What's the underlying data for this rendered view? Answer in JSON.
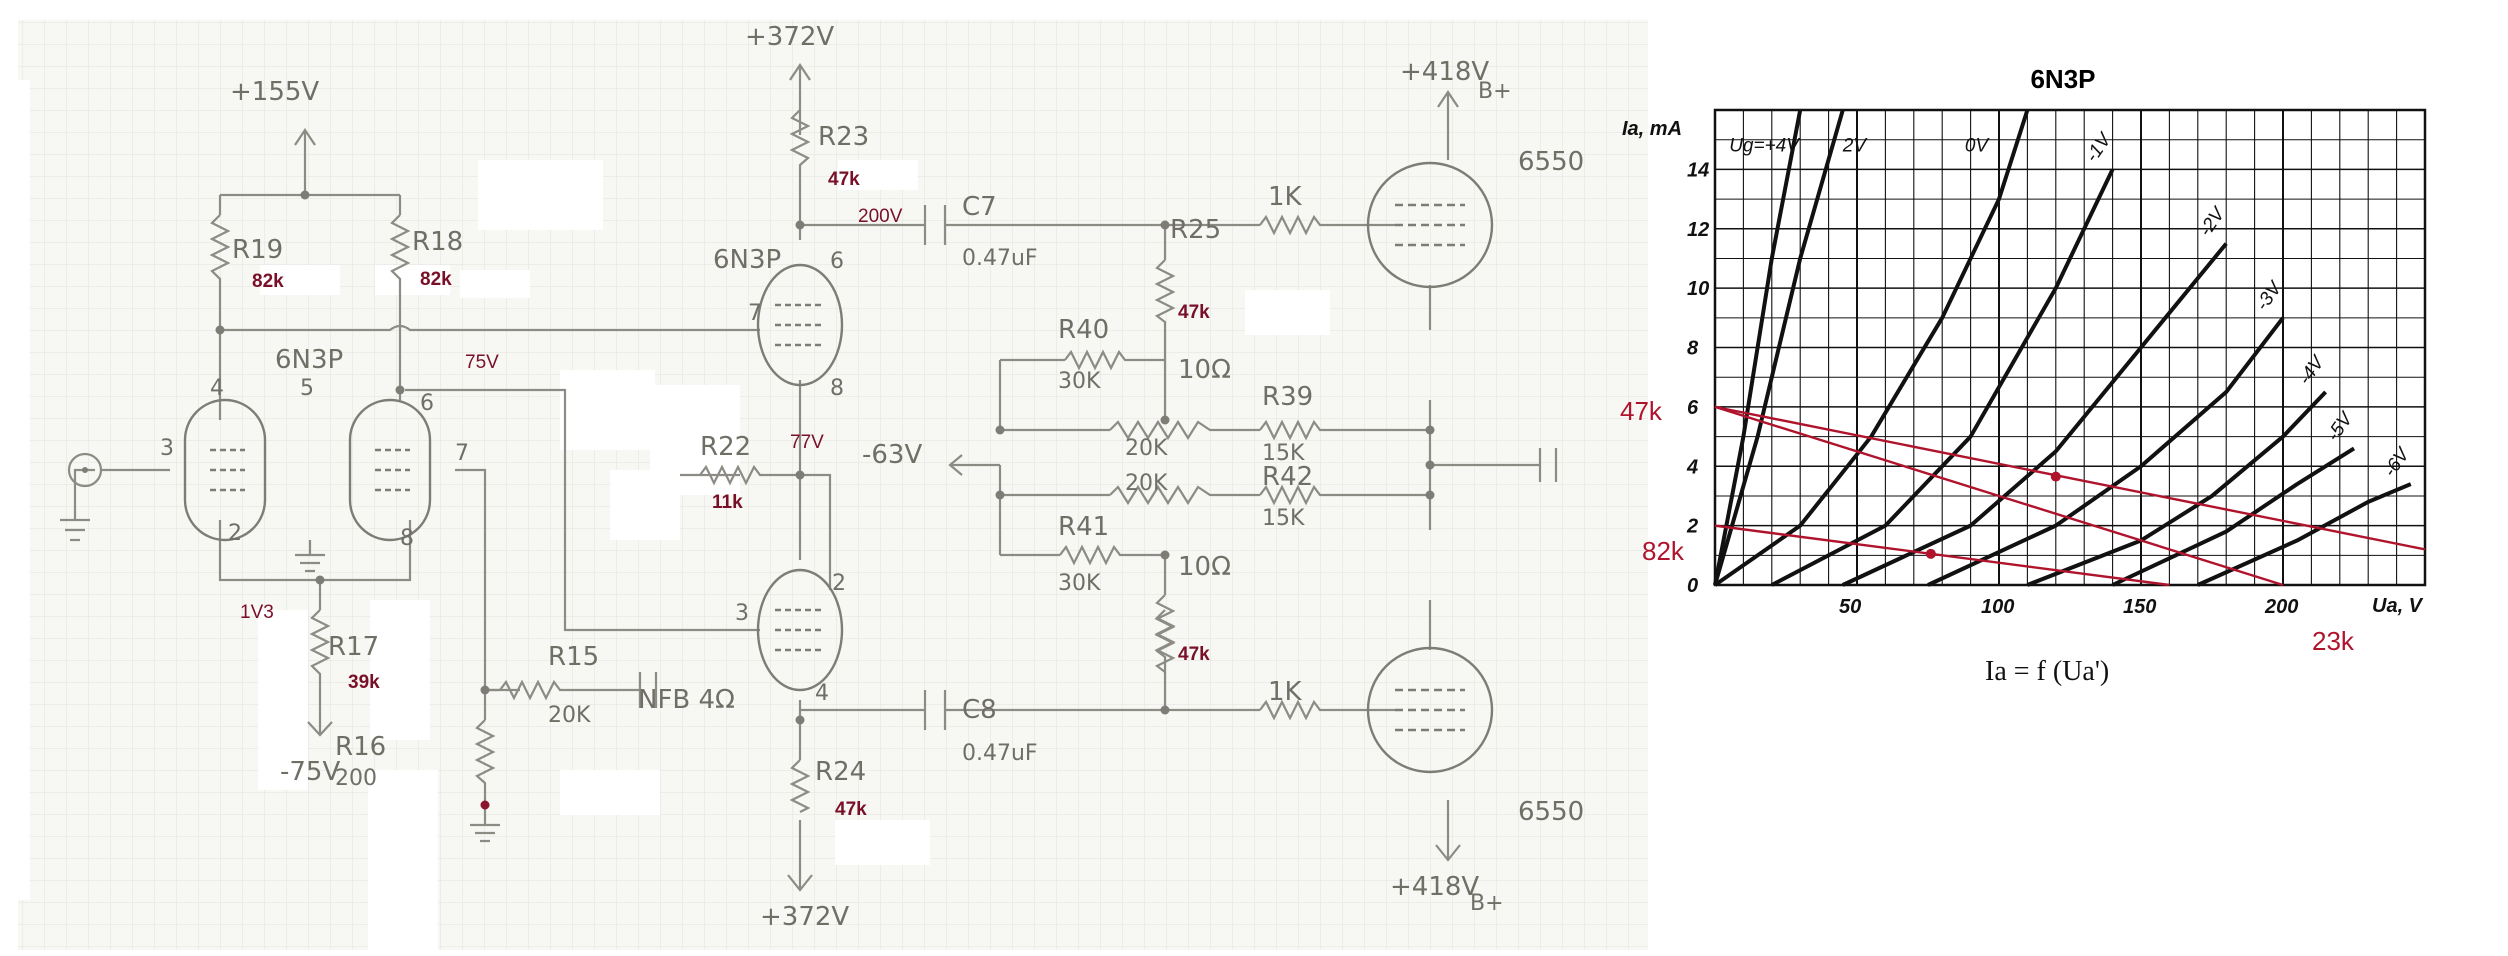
{
  "schematic": {
    "supplies": {
      "plus155": "+155V",
      "plus372_top": "+372V",
      "plus372_bottom": "+372V",
      "plus418_top": "+418V",
      "plus418_bottom": "+418V",
      "bplus_top": "B+",
      "bplus_bottom": "B+",
      "minus75": "-75V",
      "minus63": "-63V"
    },
    "tubes": {
      "left_pair": "6N3P",
      "upper_mid": "6N3P",
      "out_top": "6550",
      "out_bottom": "6550"
    },
    "pins": [
      "4",
      "3",
      "2",
      "5",
      "6",
      "7",
      "8",
      "6",
      "7",
      "8",
      "2",
      "3",
      "4"
    ],
    "resistors": {
      "r19": "R19",
      "r19_val": "82k",
      "r18": "R18",
      "r18_val": "82k",
      "r17": "R17",
      "r17_val": "39k",
      "r16": "R16",
      "r16_val": "200",
      "r15": "R15",
      "r15_val": "20K",
      "r22": "R22",
      "r22_val": "11k",
      "r23": "R23",
      "r23_val": "47k",
      "r24": "R24",
      "r24_val": "47k",
      "r25": "R25",
      "r25_val": "47k",
      "r40": "R40",
      "r40_val": "30K",
      "r41": "R41",
      "r41_val": "30K",
      "r39": "R39",
      "r39_val": "15K",
      "r42": "R42",
      "r42_val": "15K",
      "pot_top": "20K",
      "pot_bottom": "20K",
      "low_47k": "47k",
      "grid_top": "1K",
      "grid_bottom": "1K",
      "cath_top": "10Ω",
      "cath_bottom": "10Ω"
    },
    "capacitors": {
      "c7": "C7",
      "c7_val": "0.47uF",
      "c8": "C8",
      "c8_val": "0.47uF"
    },
    "voltages": {
      "v200": "200V",
      "v75": "75V",
      "v77": "77V",
      "v1v3": "1V3"
    },
    "nfb": "NFB 4Ω"
  },
  "chart_data": {
    "type": "line",
    "title": "6N3P",
    "xlabel": "Ua, V",
    "ylabel": "Ia, mA",
    "formula": "Ia = f (Ua')",
    "xlim": [
      0,
      250
    ],
    "ylim": [
      0,
      16
    ],
    "xticks": [
      "50",
      "100",
      "150",
      "200"
    ],
    "yticks": [
      "0",
      "2",
      "4",
      "6",
      "8",
      "10",
      "12",
      "14"
    ],
    "grid": true,
    "series": [
      {
        "name": "Ug=+4V",
        "x": [
          0,
          10,
          20,
          30
        ],
        "y": [
          0,
          5,
          11,
          16
        ]
      },
      {
        "name": "2V",
        "x": [
          0,
          15,
          30,
          45
        ],
        "y": [
          0,
          5,
          11,
          16
        ]
      },
      {
        "name": "0V",
        "x": [
          0,
          30,
          55,
          80,
          100,
          110
        ],
        "y": [
          0,
          2,
          5,
          9,
          13,
          16
        ]
      },
      {
        "name": "-1V",
        "x": [
          20,
          60,
          90,
          120,
          140
        ],
        "y": [
          0,
          2,
          5,
          10,
          14
        ]
      },
      {
        "name": "-2V",
        "x": [
          45,
          90,
          120,
          150,
          180
        ],
        "y": [
          0,
          2,
          4.5,
          8,
          11.5
        ]
      },
      {
        "name": "-3V",
        "x": [
          75,
          120,
          150,
          180,
          200
        ],
        "y": [
          0,
          2,
          4,
          6.5,
          9
        ]
      },
      {
        "name": "-4V",
        "x": [
          110,
          150,
          175,
          200,
          215
        ],
        "y": [
          0,
          1.5,
          3,
          5,
          6.5
        ]
      },
      {
        "name": "-5V",
        "x": [
          140,
          180,
          205,
          225
        ],
        "y": [
          0,
          1.8,
          3.4,
          4.6
        ]
      },
      {
        "name": "-6V",
        "x": [
          170,
          205,
          230,
          245
        ],
        "y": [
          0,
          1.5,
          2.8,
          3.4
        ]
      }
    ],
    "load_lines": [
      {
        "label": "47k",
        "x": [
          0,
          250
        ],
        "y": [
          6,
          1.2
        ]
      },
      {
        "label": "82k",
        "x": [
          0,
          160
        ],
        "y": [
          2,
          0
        ]
      },
      {
        "label": "23k",
        "x": [
          0,
          200
        ],
        "y": [
          6,
          0
        ]
      }
    ],
    "side_labels": {
      "left_top": "47k",
      "left_bottom": "82k",
      "bottom_right": "23k"
    },
    "colors": {
      "load_line": "#b0142d",
      "curve": "#111111",
      "grid": "#111111"
    }
  }
}
